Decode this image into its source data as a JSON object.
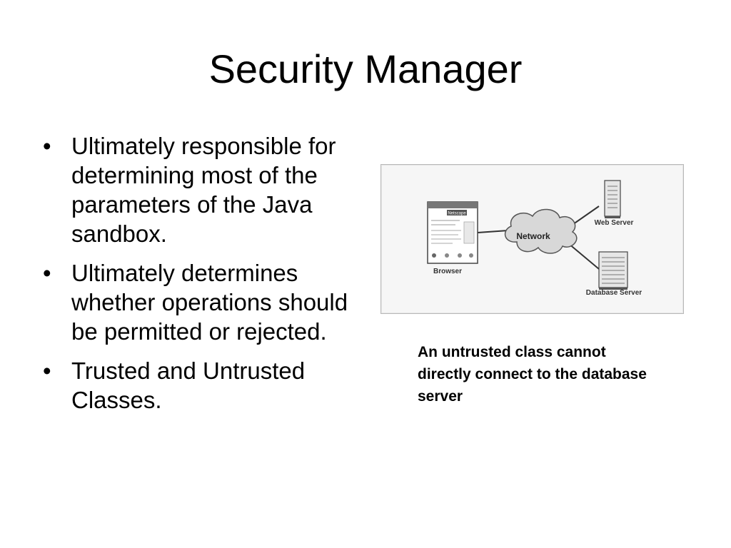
{
  "slide": {
    "title": "Security Manager",
    "bullets": [
      "Ultimately responsible for determining most of the parameters of the Java sandbox.",
      "Ultimately determines whether operations should be permitted or rejected.",
      "Trusted and Untrusted Classes."
    ],
    "bullet_glyph": "•",
    "caption": "An untrusted class cannot directly connect to the database server"
  },
  "figure": {
    "labels": {
      "browser": "Browser",
      "network": "Network",
      "web_server": "Web Server",
      "database_server": "Database Server",
      "browser_window_title": "Netscape"
    },
    "icons": [
      "browser-window-icon",
      "network-cloud-icon",
      "web-server-icon",
      "database-server-icon"
    ]
  }
}
